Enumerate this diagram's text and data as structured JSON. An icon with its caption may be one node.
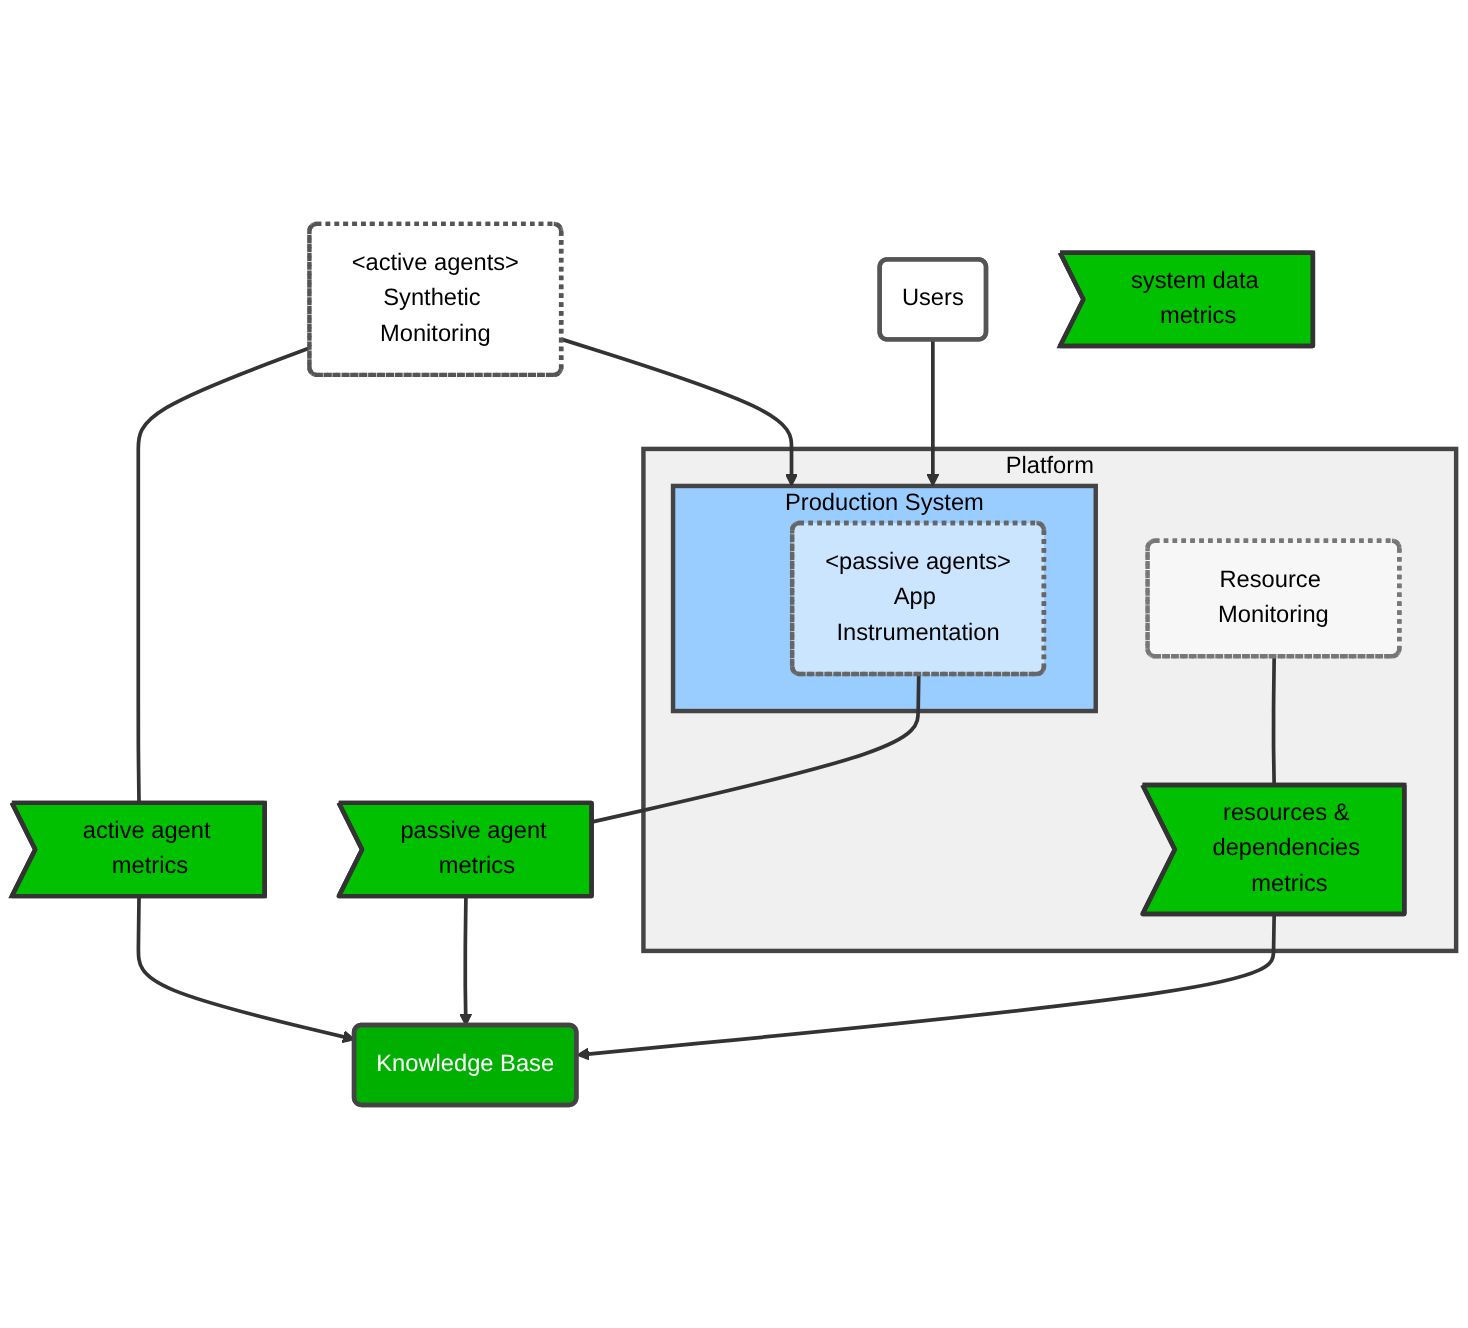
{
  "diagram": {
    "nodes": [
      {
        "text": [
          "<active agents>",
          "Synthetic Monitoring"
        ]
      },
      {
        "text": [
          "Users"
        ]
      },
      {
        "text": [
          "Platform"
        ]
      },
      {
        "text": [
          "Production System"
        ],
        "in": 2
      },
      {
        "text": [
          "<passive agents>",
          "App Instrumentation"
        ],
        "in": 3
      },
      {
        "text": [
          "Resource Monitoring"
        ],
        "in": 2
      },
      {
        "text": [
          "active agent metrics"
        ]
      },
      {
        "text": [
          "passive agent metrics"
        ]
      },
      {
        "text": [
          "system data metrics"
        ]
      },
      {
        "text": [
          "resources & dependencies metrics"
        ],
        "in": 2
      },
      {
        "text": [
          "Knowledge Base"
        ]
      }
    ],
    "edges": [
      {
        "from": 0,
        "to": 6,
        "arrow": "none"
      },
      {
        "from": 6,
        "to": 10,
        "arrow": "to"
      },
      {
        "from": 0,
        "to": 3,
        "arrow": "to"
      },
      {
        "from": 1,
        "to": 3,
        "arrow": "to"
      },
      {
        "from": 4,
        "to": 7,
        "arrow": "none"
      },
      {
        "from": 7,
        "to": 10,
        "arrow": "to"
      },
      {
        "from": 5,
        "to": 9,
        "arrow": "none"
      },
      {
        "from": 9,
        "to": 10,
        "arrow": "to"
      }
    ]
  }
}
